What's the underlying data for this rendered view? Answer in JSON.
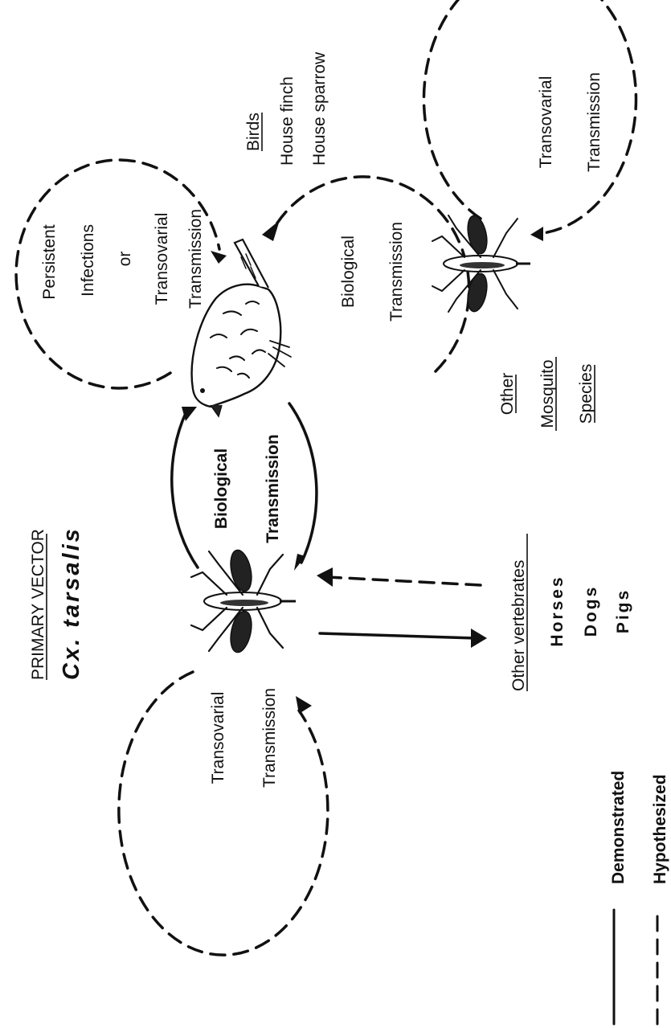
{
  "primary_vector": {
    "heading": "PRIMARY VECTOR",
    "species": "Cx. tarsalis"
  },
  "birds": {
    "heading": "Birds",
    "items": [
      "House finch",
      "House sparrow"
    ]
  },
  "other_vertebrates": {
    "heading": "Other vertebrates",
    "items": [
      "Horses",
      "Dogs",
      "Pigs"
    ]
  },
  "other_mosquito": {
    "lines": [
      "Other",
      "Mosquito",
      "Species"
    ]
  },
  "cycles": {
    "vector_bird": [
      "Biological",
      "Transmission"
    ],
    "vector_self": [
      "Transovarial",
      "Transmission"
    ],
    "bird_self": [
      "Persistent",
      "Infections",
      "or",
      "Transovarial",
      "Transmission"
    ],
    "mosquito_bird": [
      "Biological",
      "Transmission"
    ],
    "mosquito_self": [
      "Transovarial",
      "Transmission"
    ]
  },
  "legend": {
    "demonstrated": "Demonstrated",
    "hypothesized": "Hypothesized"
  }
}
